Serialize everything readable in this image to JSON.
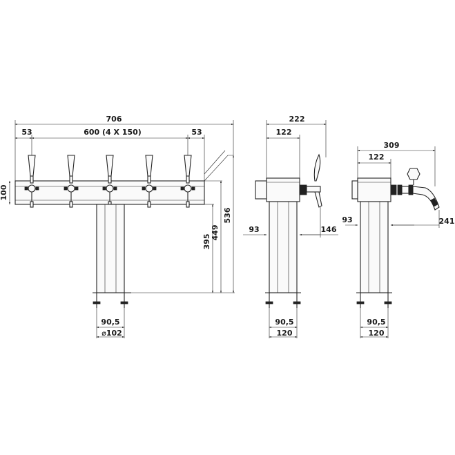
{
  "front_view": {
    "overall_width": "706",
    "tap_pitch": "600 (4 X 150)",
    "left_offset": "53",
    "right_offset": "53",
    "bar_height": "100",
    "height_a": "395",
    "height_b": "449",
    "height_c": "536",
    "base_spacing": "90,5",
    "base_diameter": "⌀102"
  },
  "side_view_1": {
    "total_depth": "222",
    "bar_depth": "122",
    "rear_offset": "93",
    "tap_reach": "146",
    "base_spacing": "90,5",
    "base_width": "120"
  },
  "side_view_2": {
    "total_depth": "309",
    "bar_depth": "122",
    "rear_offset": "93",
    "tap_reach": "241",
    "base_spacing": "90,5",
    "base_width": "120"
  },
  "icons": {
    "tap_handle": "tap-handle-icon",
    "faucet": "faucet-icon"
  }
}
